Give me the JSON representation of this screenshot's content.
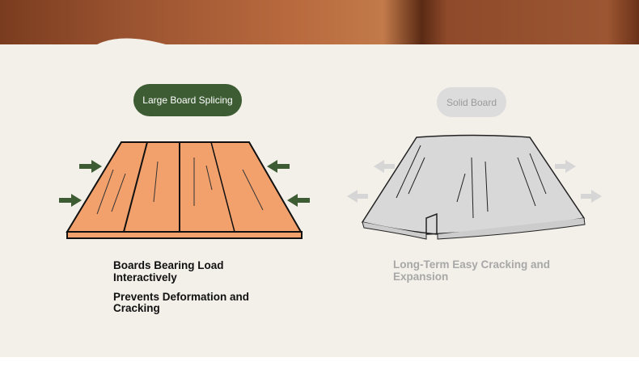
{
  "left": {
    "label": "Large Board Splicing",
    "points": [
      "Boards Bearing Load Interactively",
      "Prevents Deformation and Cracking"
    ]
  },
  "right": {
    "label": "Solid Board",
    "points": [
      "Long-Term Easy Cracking and Expansion"
    ]
  },
  "colors": {
    "accent": "#3d5c33",
    "wood": "#f0a06a",
    "gray": "#d8d8d8"
  }
}
